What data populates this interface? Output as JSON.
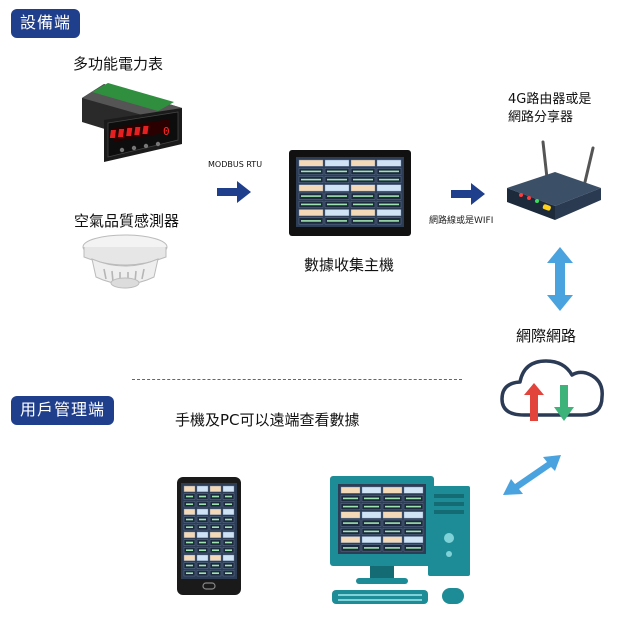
{
  "sections": {
    "device_side": "設備端",
    "user_side": "用戶管理端"
  },
  "devices": {
    "power_meter": "多功能電力表",
    "air_sensor": "空氣品質感測器",
    "host": "數據收集主機",
    "router": "4G路由器或是\n網路分享器",
    "router_line1": "4G路由器或是",
    "router_line2": "網路分享器",
    "internet": "網際網路"
  },
  "links": {
    "modbus": "MODBUS RTU",
    "network_line": "網路線或是WIFI"
  },
  "user": {
    "caption": "手機及PC可以遠端查看數據"
  },
  "meter_display": "0",
  "colors": {
    "badge": "#1f3e8c",
    "arrow_dark": "#1f3e8c",
    "arrow_light": "#4aa3df",
    "teal": "#1e8c96"
  }
}
